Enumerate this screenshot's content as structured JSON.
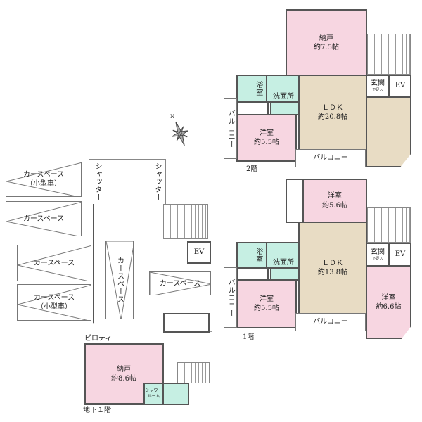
{
  "floor2": {
    "label": "2階",
    "storage": {
      "name": "納戸",
      "size": "約7.5帖"
    },
    "bath": "浴室",
    "washroom": "洗面所",
    "western": {
      "name": "洋室",
      "size": "約5.5帖"
    },
    "ldk": {
      "name": "ＬＤＫ",
      "size": "約20.8帖"
    },
    "balcony_bottom": "バルコニー",
    "balcony_left": "バルコニー",
    "entrance": "玄関",
    "entrance_sub": "下足入",
    "ev": "EV"
  },
  "floor1": {
    "label": "1階",
    "western_top": {
      "name": "洋室",
      "size": "約5.6帖"
    },
    "bath": "浴室",
    "washroom": "洗面所",
    "western_left": {
      "name": "洋室",
      "size": "約5.5帖"
    },
    "ldk": {
      "name": "ＬＤＫ",
      "size": "約13.8帖"
    },
    "western_right": {
      "name": "洋室",
      "size": "約6.6帖"
    },
    "balcony_bottom": "バルコニー",
    "balcony_left": "バルコニー",
    "entrance": "玄関",
    "entrance_sub": "下足入",
    "ev": "EV"
  },
  "ground": {
    "label": "ピロティ",
    "car_space": "カースペース",
    "small_car": "（小型車）",
    "shutter": "シャッター",
    "ev": "EV"
  },
  "basement": {
    "label": "地下１階",
    "storage": {
      "name": "納戸",
      "size": "約8.6帖"
    },
    "shower": "シャワールーム"
  },
  "compass": "N"
}
